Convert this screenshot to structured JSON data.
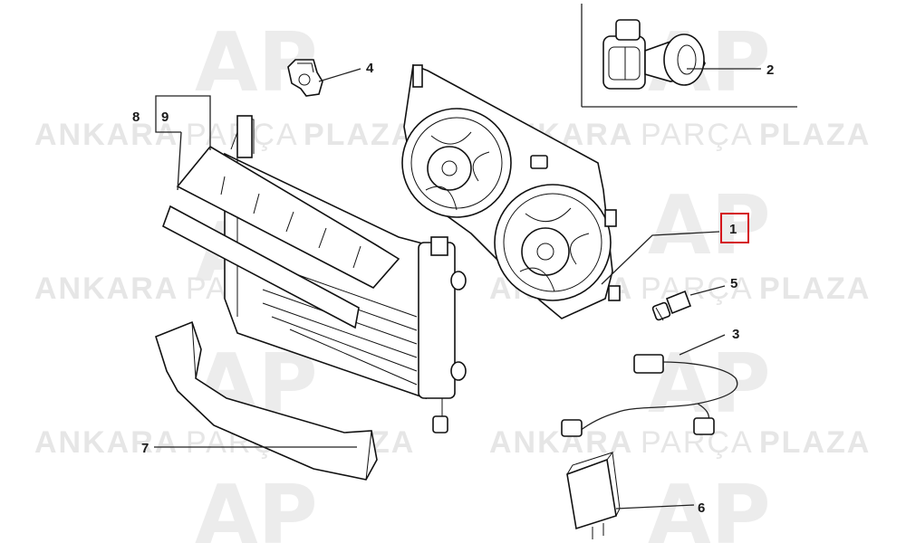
{
  "watermark": {
    "brand_left": "ANKARA",
    "brand_mid": "PARÇA",
    "brand_right": "PLAZA",
    "logo_text": "AP"
  },
  "callouts": [
    {
      "id": "1",
      "label": "1",
      "highlighted": true
    },
    {
      "id": "2",
      "label": "2",
      "highlighted": false
    },
    {
      "id": "3",
      "label": "3",
      "highlighted": false
    },
    {
      "id": "4",
      "label": "4",
      "highlighted": false
    },
    {
      "id": "5",
      "label": "5",
      "highlighted": false
    },
    {
      "id": "6",
      "label": "6",
      "highlighted": false
    },
    {
      "id": "7",
      "label": "7",
      "highlighted": false
    },
    {
      "id": "8",
      "label": "8",
      "highlighted": false
    },
    {
      "id": "9",
      "label": "9",
      "highlighted": false
    }
  ],
  "colors": {
    "highlight": "#d4141c",
    "line": "#222222",
    "watermark": "#e6e6e6"
  }
}
